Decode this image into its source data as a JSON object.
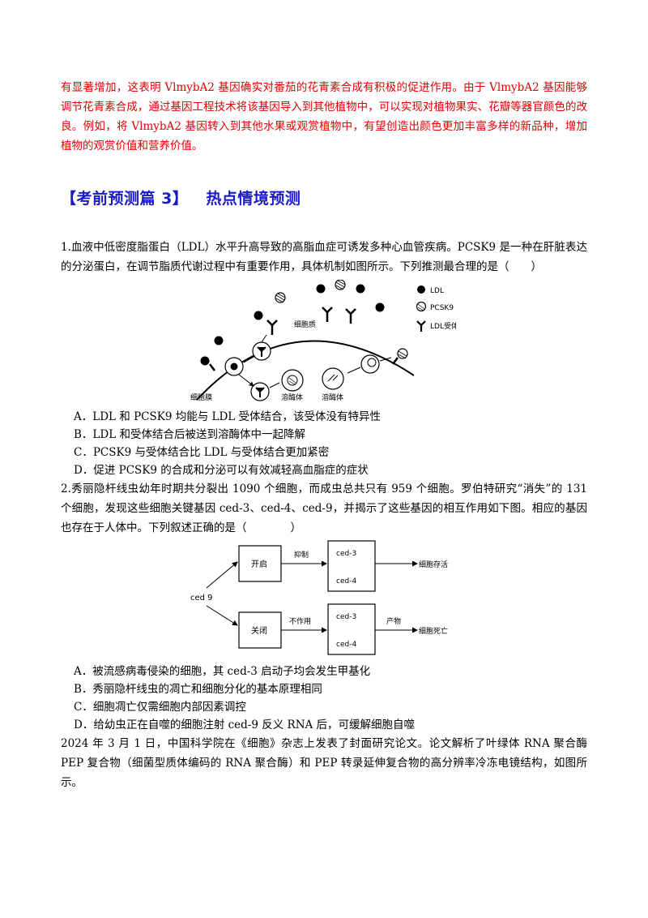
{
  "intro_red": "有显著增加，这表明 VlmybA2 基因确实对番茄的花青素合成有积极的促进作用。由于 VlmybA2 基因能够调节花青素合成，通过基因工程技术将该基因导入到其他植物中，可以实现对植物果实、花瓣等器官颜色的改良。例如，将 VlmybA2 基因转入到其他水果或观赏植物中，有望创造出颜色更加丰富多样的新品种，增加植物的观赏价值和营养价值。",
  "section": {
    "title_part1": "【考前预测篇 3】",
    "title_part2": "热点情境预测"
  },
  "q1": {
    "stem": "1.血液中低密度脂蛋白（LDL）水平升高导致的高脂血症可诱发多种心血管疾病。PCSK9 是一种在肝脏表达的分泌蛋白，在调节脂质代谢过程中有重要作用，具体机制如图所示。下列推测最合理的是（　　）",
    "figure": {
      "legend_ldl": "LDL",
      "legend_pcsk9": "PCSK9",
      "legend_receptor": "LDL受体",
      "label_cytoplasm": "细胞质",
      "label_membrane": "细胞膜",
      "label_lysosome_1": "溶酶体",
      "label_lysosome_2": "溶酶体"
    },
    "options": [
      "A．LDL 和 PCSK9 均能与 LDL 受体结合，该受体没有特异性",
      "B．LDL 和受体结合后被送到溶酶体中一起降解",
      "C．PCSK9 与受体结合比 LDL 与受体结合更加紧密",
      "D．促进 PCSK9 的合成和分泌可以有效减轻高血脂症的症状"
    ]
  },
  "q2": {
    "stem": "2.秀丽隐杆线虫幼年时期共分裂出 1090 个细胞，而成虫总共只有 959 个细胞。罗伯特研究“消失”的 131 个细胞，发现这些细胞关键基因 ced-3、ced-4、ced-9，并揭示了这些基因的相互作用如下图。相应的基因也存在于人体中。下列叙述正确的是（　　　　）",
    "figure": {
      "ced9": "ced  9",
      "on": "开启",
      "off": "关闭",
      "inhibit": "抑制",
      "no_effect": "不作用",
      "product": "产物",
      "ced3_top": "ced-3",
      "ced4_top": "ced-4",
      "ced3_bottom": "ced-3",
      "ced4_bottom": "ced-4",
      "survive": "细胞存活",
      "death": "细胞死亡"
    },
    "options": [
      "A．被流感病毒侵染的细胞，其 ced-3 启动子均会发生甲基化",
      "B．秀丽隐杆线虫的凋亡和细胞分化的基本原理相同",
      "C．细胞凋亡仅需细胞内部因素调控",
      "D．给幼虫正在自噬的细胞注射 ced-9 反义 RNA 后，可缓解细胞自噬"
    ]
  },
  "q3_intro": "2024 年 3 月 1 日，中国科学院在《细胞》杂志上发表了封面研究论文。论文解析了叶绿体 RNA 聚合酶 PEP 复合物（细菌型质体编码的 RNA 聚合酶）和 PEP 转录延伸复合物的高分辨率冷冻电镜结构，如图所示。"
}
